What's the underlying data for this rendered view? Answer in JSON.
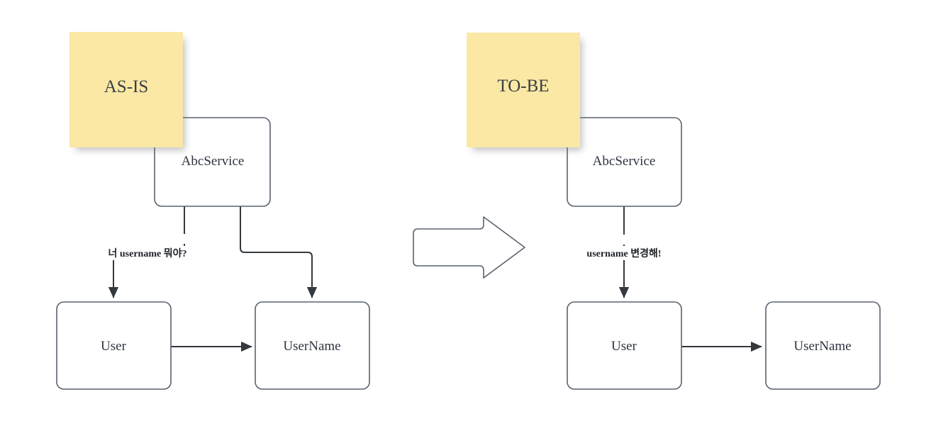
{
  "diagram": {
    "title": "AS-IS / TO-BE refactoring comparison",
    "background_color": "#ffffff",
    "stroke_color": "#5a6270",
    "edge_color": "#33383f",
    "sticky_color": "#fae8a4",
    "text_color": "#2e3440"
  },
  "asis": {
    "sticky_label": "AS-IS",
    "nodes": {
      "service": "AbcService",
      "user": "User",
      "username": "UserName"
    },
    "edge_label": "너 username 뭐야?"
  },
  "tobe": {
    "sticky_label": "TO-BE",
    "nodes": {
      "service": "AbcService",
      "user": "User",
      "username": "UserName"
    },
    "edge_label": "username 변경해!"
  },
  "transition": {
    "icon": "block-arrow-right-icon"
  }
}
